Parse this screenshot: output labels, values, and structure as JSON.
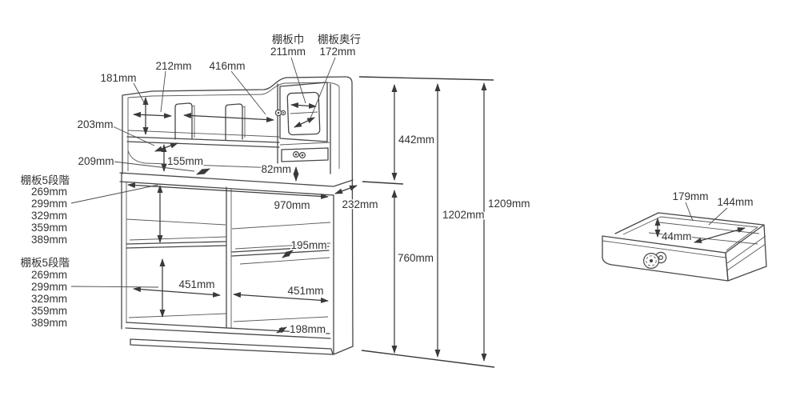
{
  "colors": {
    "line": "#474747",
    "dimension": "#3a3a3a",
    "text": "#323232",
    "background": "#ffffff"
  },
  "shelf_board": {
    "width_label": "棚板巾",
    "width_value": "211mm",
    "depth_label": "棚板奥行",
    "depth_value": "172mm"
  },
  "dims": {
    "w181": "181mm",
    "w212": "212mm",
    "w416": "416mm",
    "d203": "203mm",
    "d209": "209mm",
    "h155": "155mm",
    "h82": "82mm",
    "w970": "970mm",
    "d232": "232mm",
    "d195": "195mm",
    "w451_left": "451mm",
    "w451_right": "451mm",
    "d198": "198mm",
    "h442": "442mm",
    "h760": "760mm",
    "h1202": "1202mm",
    "h1209": "1209mm"
  },
  "shelf_steps_upper": {
    "title": "棚板5段階",
    "items": [
      "269mm",
      "299mm",
      "329mm",
      "359mm",
      "389mm"
    ]
  },
  "shelf_steps_lower": {
    "title": "棚板5段階",
    "items": [
      "269mm",
      "299mm",
      "329mm",
      "359mm",
      "389mm"
    ]
  },
  "drawer": {
    "w179": "179mm",
    "d144": "144mm",
    "h44": "44mm"
  }
}
